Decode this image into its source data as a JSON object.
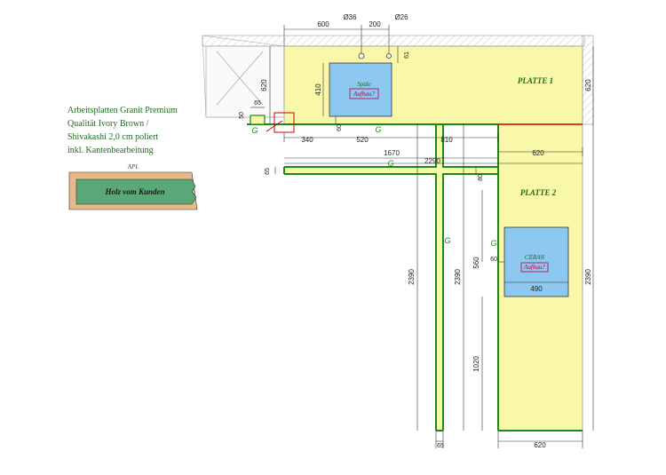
{
  "description": {
    "line1": "Arbeitsplatten Granit Premium",
    "line2": "Qualität Ivory Brown /",
    "line3": "Shivakashi 2,0 cm poliert",
    "line4": "inkl. Kantenbearbeitung"
  },
  "legend": {
    "apl_label": "APL",
    "holz_label": "Holz vom Kunden"
  },
  "plates": {
    "platte1": "PLATTE 1",
    "platte2": "PLATTE 2"
  },
  "cutouts": {
    "sink_label": "Spüle",
    "sink_note": "Aufbau?",
    "ceran_label": "CERAN",
    "ceran_note": "Aufbau?"
  },
  "edge_marks": {
    "g": "G"
  },
  "dimensions": {
    "d600_top": "600",
    "d_hole1": "Ø36",
    "d200": "200",
    "d_hole2": "Ø26",
    "d620_left": "620",
    "d410": "410",
    "d61": "61",
    "d620_right": "620",
    "d65_top": "65",
    "d50": "50",
    "d60_sink": "60",
    "d340": "340",
    "d520": "520",
    "d810": "810",
    "d620_mid": "620",
    "d1670": "1670",
    "d2290": "2290",
    "d65_left": "65",
    "d80": "80",
    "d2390_a": "2390",
    "d2390_b": "2390",
    "d560": "560",
    "d60_ceran": "60",
    "d490": "490",
    "d1020": "1020",
    "d2390_right": "2390",
    "d65_bottom": "65",
    "d620_bottom": "620"
  },
  "colors": {
    "plate_fill": "#f8f8a8",
    "plate_edge": "#1a8a1a",
    "cutout_fill": "#8cc8f0",
    "wall_edge": "#cc0000",
    "legend_wood": "#e8b888",
    "legend_green": "#5aa878"
  }
}
